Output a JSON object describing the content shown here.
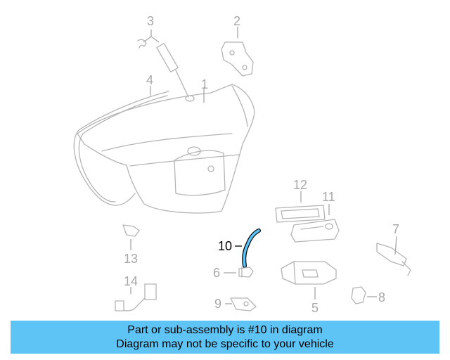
{
  "callouts": {
    "c1": "1",
    "c2": "2",
    "c3": "3",
    "c4": "4",
    "c5": "5",
    "c6": "6",
    "c7": "7",
    "c8": "8",
    "c9": "9",
    "c10": "10",
    "c11": "11",
    "c12": "12",
    "c13": "13",
    "c14": "14"
  },
  "highlight": {
    "part_number": "10",
    "color": "#5ec4f5"
  },
  "banner": {
    "line1": "Part or sub-assembly is #10 in diagram",
    "line2": "Diagram may not be specific to your vehicle",
    "background": "#5ec4f5"
  }
}
